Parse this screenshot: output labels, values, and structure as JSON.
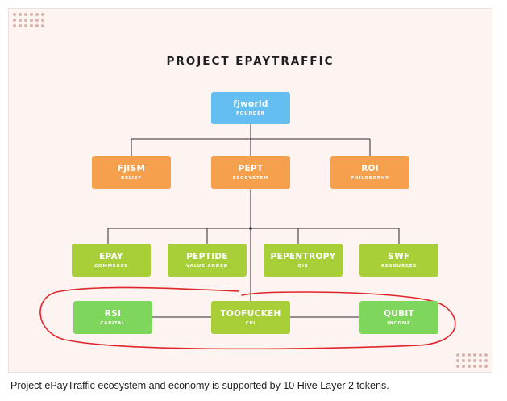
{
  "diagram": {
    "title": "PROJECT EPAYTRAFFIC",
    "nodes": {
      "founder": {
        "name": "fjworld",
        "role": "FOUNDER"
      },
      "belief": {
        "name": "FJISM",
        "role": "BELIEF"
      },
      "ecosystem": {
        "name": "PEPT",
        "role": "ECOSYSTEM"
      },
      "philosophy": {
        "name": "ROI",
        "role": "PHILOSOPHY"
      },
      "commerce": {
        "name": "EPAY",
        "role": "COMMERCE"
      },
      "value": {
        "name": "PEPTIDE",
        "role": "VALUE ADDED"
      },
      "qis": {
        "name": "PEPENTROPY",
        "role": "QIS"
      },
      "resources": {
        "name": "SWF",
        "role": "RESOURCES"
      },
      "capital": {
        "name": "RSI",
        "role": "CAPITAL"
      },
      "cpi": {
        "name": "TOOFUCKEH",
        "role": "CPI"
      },
      "income": {
        "name": "QUBIT",
        "role": "INCOME"
      }
    },
    "colors": {
      "founder": "#64bff0",
      "level1": "#f4a04c",
      "level2": "#a8cf38",
      "level3": "#7fd65c",
      "annotation": "#e0262b"
    }
  },
  "caption": "Project ePayTraffic ecosystem and economy is supported by 10 Hive Layer 2 tokens."
}
